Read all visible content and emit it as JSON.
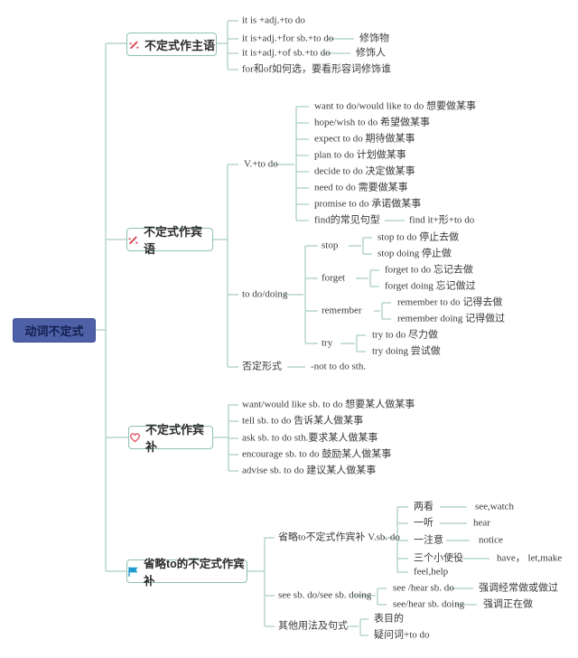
{
  "colors": {
    "line": "#b5d6cb",
    "box_border": "#8fc0b2",
    "root_bg": "#4e61a7",
    "root_text": "#131f4f",
    "icon_red": "#d94f5c",
    "icon_blue": "#1f9ace"
  },
  "root": {
    "label": "动词不定式"
  },
  "branches": [
    {
      "label": "不定式作主语",
      "icon": "red-dart-icon",
      "children": [
        {
          "text": "it is +adj.+to do"
        },
        {
          "text": "it is+adj.+for sb.+to do",
          "note": "修饰物"
        },
        {
          "text": "it is+adj.+of sb.+to do",
          "note": "修饰人"
        },
        {
          "text": "for和of如何选，要看形容词修饰谁"
        }
      ]
    },
    {
      "label": "不定式作宾语",
      "icon": "red-dart-icon",
      "children": [
        {
          "text": "V.+to do",
          "children": [
            {
              "text": "want to do/would like to do 想要做某事"
            },
            {
              "text": "hope/wish to do 希望做某事"
            },
            {
              "text": "expect to do 期待做某事"
            },
            {
              "text": "plan to do 计划做某事"
            },
            {
              "text": "decide to do 决定做某事"
            },
            {
              "text": "need to do 需要做某事"
            },
            {
              "text": "promise to do 承诺做某事"
            },
            {
              "text": "find的常见句型",
              "note": "find it+形+to do"
            }
          ]
        },
        {
          "text": "to do/doing",
          "children": [
            {
              "text": "stop",
              "children": [
                {
                  "text": "stop to do 停止去做"
                },
                {
                  "text": "stop doing 停止做"
                }
              ]
            },
            {
              "text": "forget",
              "children": [
                {
                  "text": "forget to do 忘记去做"
                },
                {
                  "text": "forget doing 忘记做过"
                }
              ]
            },
            {
              "text": "remember",
              "children": [
                {
                  "text": "remember to do 记得去做"
                },
                {
                  "text": "remember doing 记得做过"
                }
              ]
            },
            {
              "text": "try",
              "children": [
                {
                  "text": "try to do 尽力做"
                },
                {
                  "text": "try doing 尝试做"
                }
              ]
            }
          ]
        },
        {
          "text": "否定形式",
          "note": "-not to do sth."
        }
      ]
    },
    {
      "label": "不定式作宾补",
      "icon": "heart-icon",
      "children": [
        {
          "text": "want/would like sb. to do 想要某人做某事"
        },
        {
          "text": "tell sb. to do 告诉某人做某事"
        },
        {
          "text": "ask sb. to do sth.要求某人做某事"
        },
        {
          "text": "encourage sb. to do 鼓励某人做某事"
        },
        {
          "text": "advise sb. to do 建议某人做某事"
        }
      ]
    },
    {
      "label": "省略to的不定式作宾补",
      "icon": "blue-flag-icon",
      "children": [
        {
          "text": "省略to不定式作宾补 V.sb. do",
          "children": [
            {
              "text": "两看",
              "note": "see,watch"
            },
            {
              "text": "一听",
              "note": "hear"
            },
            {
              "text": "一注意",
              "note": "notice"
            },
            {
              "text": "三个小使役",
              "note": "have， let,make"
            },
            {
              "text": "feel,help"
            }
          ]
        },
        {
          "text": "see sb. do/see sb. doing",
          "children": [
            {
              "text": "see /hear sb. do",
              "note": "强调经常做或做过"
            },
            {
              "text": "see/hear sb. doing",
              "note": "强调正在做"
            }
          ]
        },
        {
          "text": "其他用法及句式",
          "children": [
            {
              "text": "表目的"
            },
            {
              "text": "疑问词+to do"
            }
          ]
        }
      ]
    }
  ]
}
